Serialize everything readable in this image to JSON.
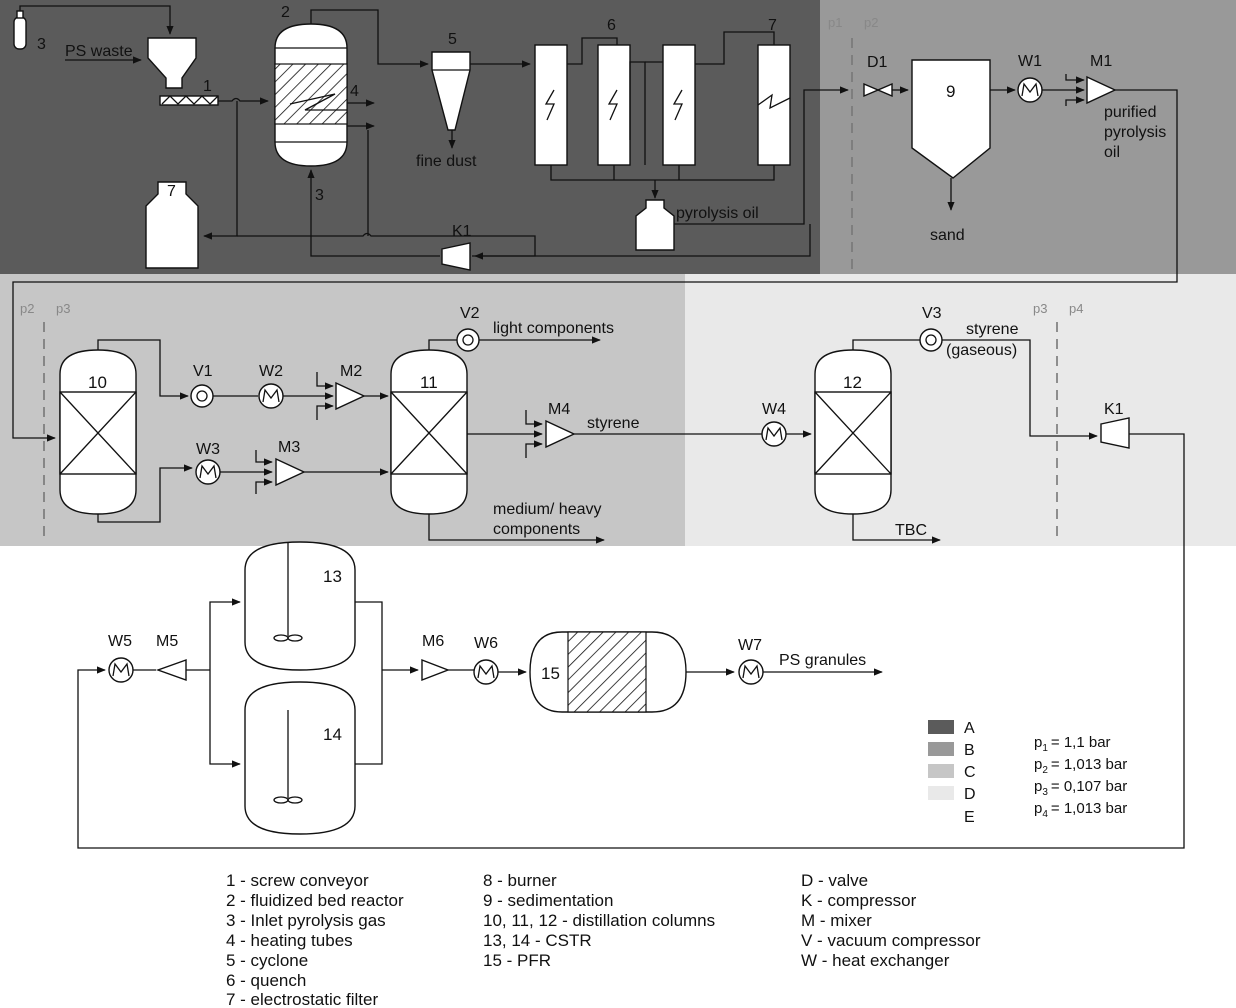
{
  "zone_colors": {
    "A": "#5b5b5b",
    "B": "#999999",
    "C": "#c6c6c6",
    "D": "#e9e9e9",
    "E": "#ffffff"
  },
  "pressure_markers": [
    "p1",
    "p2",
    "p2",
    "p3",
    "p3",
    "p4"
  ],
  "stream_labels": {
    "ps_waste": "PS waste",
    "fine_dust": "fine dust",
    "pyrolysis_oil": "pyrolysis oil",
    "sand": "sand",
    "purified_line1": "purified",
    "purified_line2": "pyrolysis",
    "purified_line3": "oil",
    "light_components": "light components",
    "styrene": "styrene",
    "styrene_gaseous_line1": "styrene",
    "styrene_gaseous_line2": "(gaseous)",
    "medium_heavy_line1": "medium/ heavy",
    "medium_heavy_line2": "components",
    "tbc": "TBC",
    "ps_granules": "PS granules"
  },
  "equipment_labels": {
    "n1": "1",
    "n2": "2",
    "n3a": "3",
    "n3b": "3",
    "n4": "4",
    "n5": "5",
    "n6": "6",
    "n7a": "7",
    "n7b": "7",
    "n9": "9",
    "n10": "10",
    "n11": "11",
    "n12": "12",
    "n13": "13",
    "n14": "14",
    "n15": "15",
    "D1": "D1",
    "W1": "W1",
    "M1": "M1",
    "K1a": "K1",
    "K1b": "K1",
    "V1": "V1",
    "V2": "V2",
    "V3": "V3",
    "W2": "W2",
    "W3": "W3",
    "W4": "W4",
    "M2": "M2",
    "M3": "M3",
    "M4": "M4",
    "M5": "M5",
    "M6": "M6",
    "W5": "W5",
    "W6": "W6",
    "W7": "W7"
  },
  "zone_legend": [
    "A",
    "B",
    "C",
    "D",
    "E"
  ],
  "pressures": [
    {
      "sym": "p",
      "sub": "1",
      "value": "= 1,1     bar"
    },
    {
      "sym": "p",
      "sub": "2",
      "value": "= 1,013 bar"
    },
    {
      "sym": "p",
      "sub": "3",
      "value": "= 0,107 bar"
    },
    {
      "sym": "p",
      "sub": "4",
      "value": "= 1,013 bar"
    }
  ],
  "legend_col1": [
    "1 - screw conveyor",
    "2 - fluidized bed reactor",
    "3 - Inlet pyrolysis gas",
    "4 - heating tubes",
    "5 - cyclone",
    "6 - quench",
    "7 - electrostatic filter"
  ],
  "legend_col2": [
    "8 - burner",
    "9 - sedimentation",
    "10, 11, 12 - distillation columns",
    "13, 14 - CSTR",
    "15 - PFR"
  ],
  "legend_col3": [
    "D - valve",
    "K - compressor",
    "M - mixer",
    "V - vacuum compressor",
    "W - heat exchanger"
  ]
}
